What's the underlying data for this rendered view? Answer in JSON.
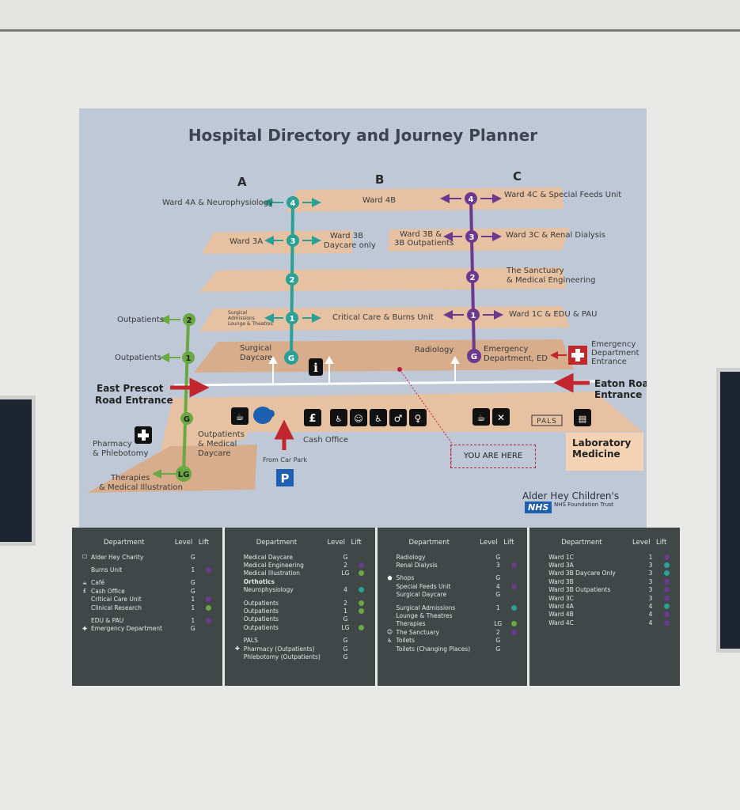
{
  "title": "Hospital Directory and Journey Planner",
  "columns": [
    "A",
    "B",
    "C"
  ],
  "colors": {
    "green": "#6aa843",
    "teal": "#2aa097",
    "purple": "#6b3a8e",
    "floor": "#e7c2a2",
    "red": "#c1272d",
    "sign": "#bfc8d6",
    "panel": "#3f4847"
  },
  "floors": {
    "f4": {
      "left": "Ward 4A & Neurophysiology",
      "mid": "Ward 4B",
      "right": "Ward 4C & Special Feeds Unit"
    },
    "f3": {
      "left": "Ward 3A",
      "mid_1": "Ward 3B",
      "mid_2": "Daycare only",
      "c_left_1": "Ward 3B &",
      "c_left_2": "3B Outpatients",
      "right": "Ward 3C & Renal Dialysis"
    },
    "f2": {
      "right_1": "The Sanctuary",
      "right_2": "& Medical Engineering"
    },
    "f1": {
      "left_1": "Surgical",
      "left_2": "Admissions",
      "left_3": "Lounge & Theatres",
      "mid": "Critical Care & Burns Unit",
      "right": "Ward 1C & EDU & PAU"
    },
    "fg": {
      "surg_1": "Surgical",
      "surg_2": "Daycare",
      "radiology": "Radiology",
      "ed_1": "Emergency",
      "ed_2": "Department, ED",
      "ede_1": "Emergency",
      "ede_2": "Department",
      "ede_3": "Entrance"
    },
    "green_side": {
      "out2": "Outpatients",
      "out1": "Outpatients"
    },
    "entrances": {
      "east_1": "East Prescot",
      "east_2": "Road Entrance",
      "eaton_1": "Eaton Road",
      "eaton_2": "Entrance"
    },
    "lg": {
      "pharm_1": "Pharmacy",
      "pharm_2": "& Phlebotomy",
      "outp_1": "Outpatients",
      "outp_2": "& Medical",
      "outp_3": "Daycare",
      "ther_1": "Therapies",
      "ther_2": "& Medical Illustration",
      "cash": "Cash Office",
      "carpark": "From Car Park",
      "pals": "PALS",
      "you_are_here": "YOU ARE HERE",
      "lab_1": "Laboratory",
      "lab_2": "Medicine"
    }
  },
  "nodes": {
    "n4": "4",
    "n3": "3",
    "n2": "2",
    "n1": "1",
    "ng": "G",
    "nlg": "LG"
  },
  "brand": {
    "name": "Alder Hey Children's",
    "nhs": "NHS",
    "trust": "NHS Foundation Trust"
  },
  "table_headers": {
    "department": "Department",
    "level": "Level",
    "lift": "Lift"
  },
  "panels": [
    [
      {
        "icon": "charity-icon",
        "name": "Alder Hey Charity",
        "level": "G",
        "lift": ""
      },
      {
        "gap": true
      },
      {
        "name": "Burns Unit",
        "level": "1",
        "lift": "purple"
      },
      {
        "gap": true
      },
      {
        "icon": "cafe-icon",
        "name": "Café",
        "level": "G",
        "lift": ""
      },
      {
        "icon": "pound-icon",
        "name": "Cash Office",
        "level": "G",
        "lift": ""
      },
      {
        "name": "Critical Care Unit",
        "level": "1",
        "lift": "purple"
      },
      {
        "name": "Clinical Research",
        "level": "1",
        "lift": "green"
      },
      {
        "gap": true
      },
      {
        "name": "EDU & PAU",
        "level": "1",
        "lift": "purple"
      },
      {
        "icon": "emergency-icon",
        "name": "Emergency Department",
        "level": "G",
        "lift": ""
      }
    ],
    [
      {
        "name": "Medical Daycare",
        "level": "G",
        "lift": ""
      },
      {
        "name": "Medical Engineering",
        "level": "2",
        "lift": "purple"
      },
      {
        "name": "Medical Illustration",
        "level": "LG",
        "lift": "green"
      },
      {
        "name": "Orthotics",
        "level": "",
        "lift": "",
        "bold": true
      },
      {
        "name": "Neurophysiology",
        "level": "4",
        "lift": "teal"
      },
      {
        "gap": true
      },
      {
        "name": "Outpatients",
        "level": "2",
        "lift": "green"
      },
      {
        "name": "Outpatients",
        "level": "1",
        "lift": "green"
      },
      {
        "name": "Outpatients",
        "level": "G",
        "lift": ""
      },
      {
        "name": "Outpatients",
        "level": "LG",
        "lift": "green"
      },
      {
        "gap": true
      },
      {
        "name": "PALS",
        "level": "G",
        "lift": ""
      },
      {
        "icon": "pharmacy-icon",
        "name": "Pharmacy (Outpatients)",
        "level": "G",
        "lift": ""
      },
      {
        "name": "Phlebotomy (Outpatients)",
        "level": "G",
        "lift": ""
      }
    ],
    [
      {
        "name": "Radiology",
        "level": "G",
        "lift": ""
      },
      {
        "name": "Renal Dialysis",
        "level": "3",
        "lift": "purple"
      },
      {
        "gap": true
      },
      {
        "icon": "shop-icon",
        "name": "Shops",
        "level": "G",
        "lift": ""
      },
      {
        "name": "Special Feeds Unit",
        "level": "4",
        "lift": "purple"
      },
      {
        "name": "Surgical Daycare",
        "level": "G",
        "lift": ""
      },
      {
        "gap": true
      },
      {
        "name": "Surgical Admissions",
        "level": "1",
        "lift": "teal"
      },
      {
        "name": "Lounge & Theatres",
        "level": "",
        "lift": ""
      },
      {
        "name": "Therapies",
        "level": "LG",
        "lift": "green"
      },
      {
        "icon": "sanctuary-icon",
        "name": "The Sanctuary",
        "level": "2",
        "lift": "purple"
      },
      {
        "icon": "toilet-icon",
        "name": "Toilets",
        "level": "G",
        "lift": ""
      },
      {
        "name": "Toilets (Changing Places)",
        "level": "G",
        "lift": ""
      }
    ],
    [
      {
        "name": "Ward 1C",
        "level": "1",
        "lift": "purple"
      },
      {
        "name": "Ward 3A",
        "level": "3",
        "lift": "teal"
      },
      {
        "name": "Ward 3B Daycare Only",
        "level": "3",
        "lift": "teal"
      },
      {
        "name": "Ward 3B",
        "level": "3",
        "lift": "purple"
      },
      {
        "name": "Ward 3B Outpatients",
        "level": "3",
        "lift": "purple"
      },
      {
        "name": "Ward 3C",
        "level": "3",
        "lift": "purple"
      },
      {
        "name": "Ward 4A",
        "level": "4",
        "lift": "teal"
      },
      {
        "name": "Ward 4B",
        "level": "4",
        "lift": "purple"
      },
      {
        "name": "Ward 4C",
        "level": "4",
        "lift": "purple"
      }
    ]
  ]
}
